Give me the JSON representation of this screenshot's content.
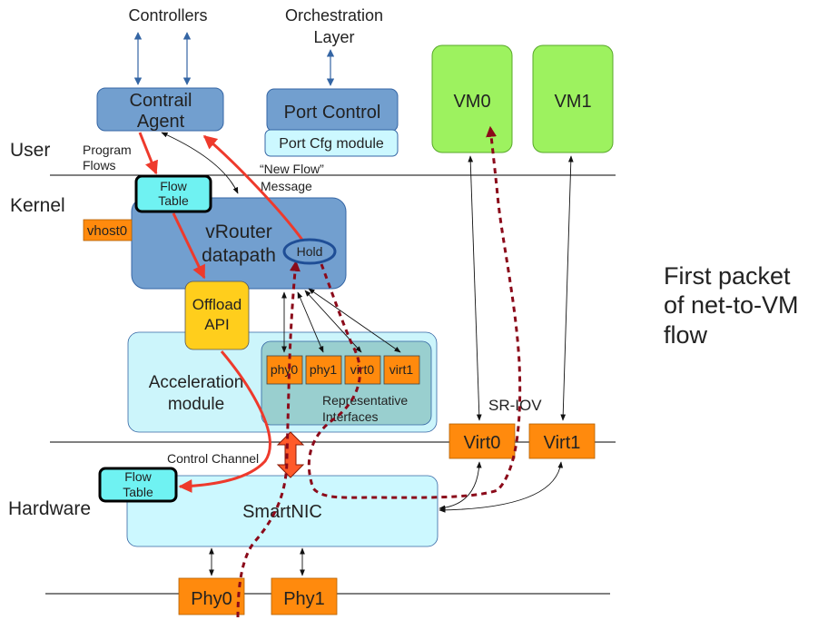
{
  "layers": {
    "user": "User",
    "kernel": "Kernel",
    "hardware": "Hardware"
  },
  "top_labels": {
    "controllers": "Controllers",
    "orchestration_line1": "Orchestration",
    "orchestration_line2": "Layer"
  },
  "boxes": {
    "contrail_line1": "Contrail",
    "contrail_line2": "Agent",
    "port_control": "Port Control",
    "port_cfg": "Port Cfg module",
    "vm0": "VM0",
    "vm1": "VM1",
    "flow_table_line1": "Flow",
    "flow_table_line2": "Table",
    "vhost0": "vhost0",
    "vrouter_line1": "vRouter",
    "vrouter_line2": "datapath",
    "hold": "Hold",
    "offload_line1": "Offload",
    "offload_line2": "API",
    "accel_line1": "Acceleration",
    "accel_line2": "module",
    "phy0_rep": "phy0",
    "phy1_rep": "phy1",
    "virt0_rep": "virt0",
    "virt1_rep": "virt1",
    "rep_line1": "Representative",
    "rep_line2": "Interfaces",
    "sriov": "SR-IOV",
    "virt0": "Virt0",
    "virt1": "Virt1",
    "hw_flow_line1": "Flow",
    "hw_flow_line2": "Table",
    "smartnic": "SmartNIC",
    "phy0": "Phy0",
    "phy1": "Phy1"
  },
  "annotations": {
    "program_line1": "Program",
    "program_line2": "Flows",
    "newflow_line1": "“New Flow”",
    "newflow_line2": "Message",
    "control_channel": "Control Channel"
  },
  "caption": {
    "line1": "First packet",
    "line2": "of net-to-VM",
    "line3": "flow"
  },
  "colors": {
    "blue_box": "#729fcf",
    "blue_stroke": "#3465a4",
    "cyan": "#6ff2f2",
    "light_cyan": "#ccf8ff",
    "accel_fill": "#ccf5fb",
    "rep_fill": "#99cfcf",
    "orange": "#ff8a0d",
    "yellow": "#ffce1c",
    "green": "#9df25f",
    "red": "#ee3a2c",
    "dark_red": "#8b0a1a",
    "thick_arrow": "#ff5a2a"
  }
}
